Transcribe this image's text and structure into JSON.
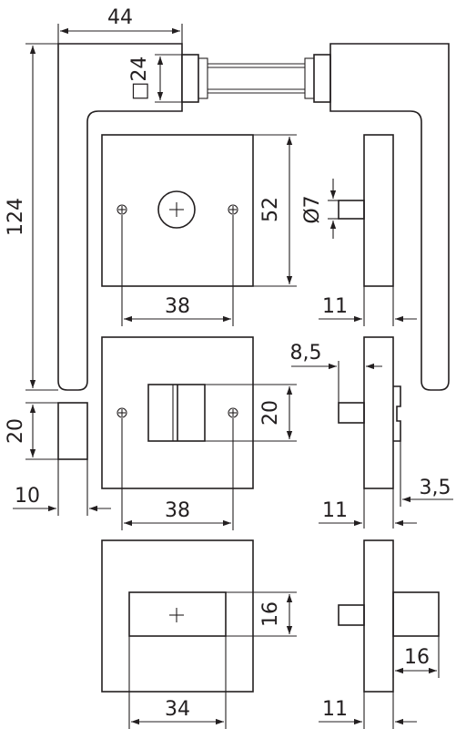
{
  "labels": {
    "handle_projection": "44",
    "rose_square": "□24",
    "handle_length": "124",
    "pin_diameter": "Ø7",
    "rose_height": "52",
    "screw_spacing_top": "38",
    "rose_thickness_top": "11",
    "turn_offset": "8,5",
    "turn_height": "20",
    "grip_height": "20",
    "grip_width": "10",
    "screw_spacing_mid": "38",
    "rose_thickness_mid": "11",
    "indicator_offset": "3,5",
    "window_height": "16",
    "window_width": "34",
    "rose_thickness_bottom": "11",
    "indicator_depth": "16"
  }
}
